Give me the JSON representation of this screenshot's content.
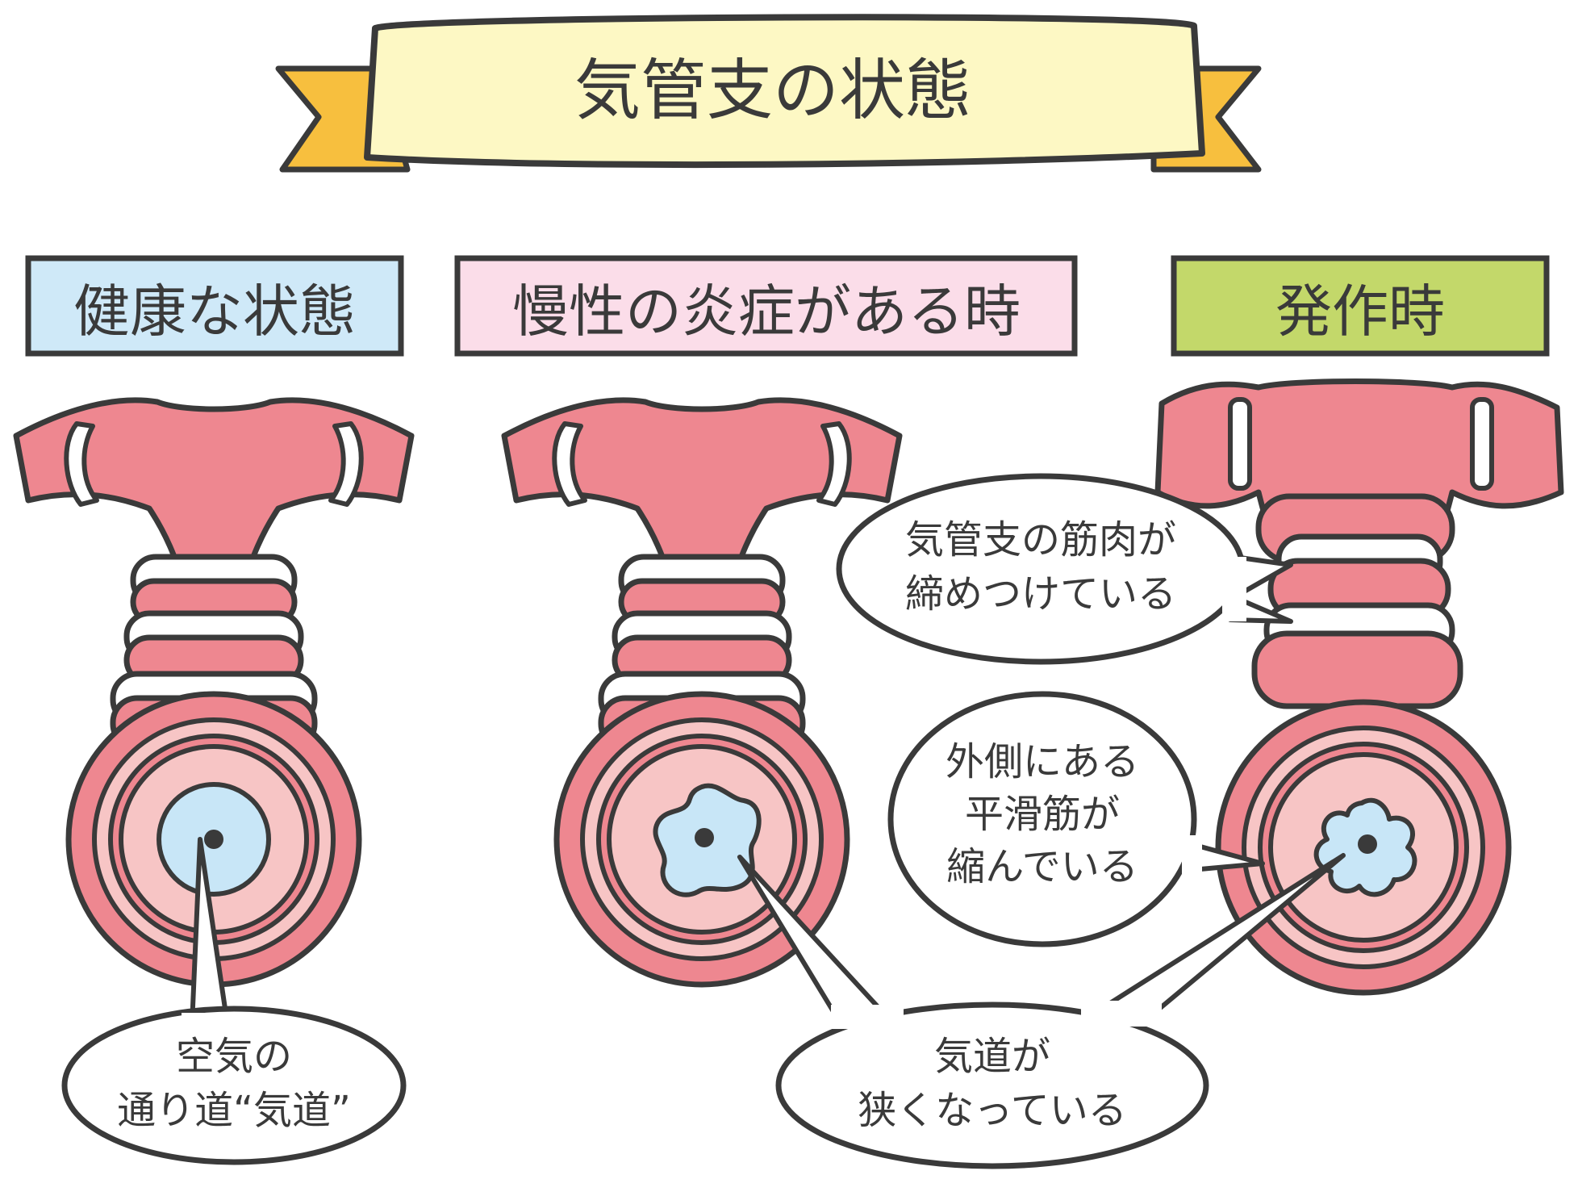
{
  "title": "気管支の状態",
  "panels": [
    {
      "label": "健康な状態",
      "color": "#cfe9f8"
    },
    {
      "label": "慢性の炎症がある時",
      "color": "#fbdde9"
    },
    {
      "label": "発作時",
      "color": "#c3d86a"
    }
  ],
  "callouts": {
    "airway": [
      "空気の",
      "通り道“気道”"
    ],
    "muscle": [
      "気管支の筋肉が",
      "締めつけている"
    ],
    "smooth_muscle": [
      "外側にある",
      "平滑筋が",
      "縮んでいる"
    ],
    "narrow": [
      "気道が",
      "狭くなっている"
    ]
  },
  "colors": {
    "outline": "#3a3a3a",
    "tube": "#ee8790",
    "tube_light": "#f7c5c5",
    "airway": "#c8e6f7",
    "ribbon": "#fdf8c4",
    "ribbon_tail": "#f7bf3e"
  }
}
